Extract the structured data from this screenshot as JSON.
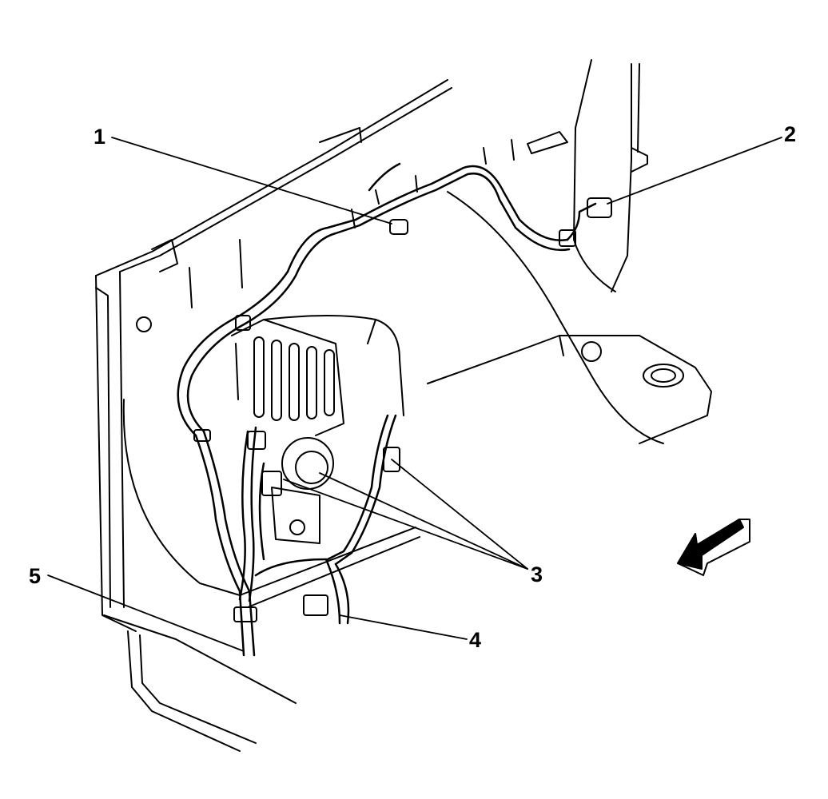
{
  "callouts": [
    {
      "id": "1",
      "label": "1"
    },
    {
      "id": "2",
      "label": "2"
    },
    {
      "id": "3",
      "label": "3"
    },
    {
      "id": "4",
      "label": "4"
    },
    {
      "id": "5",
      "label": "5"
    }
  ],
  "colors": {
    "line": "#000000",
    "background": "#ffffff"
  },
  "icons": {
    "direction_arrow": "forward-direction-arrow-icon"
  }
}
